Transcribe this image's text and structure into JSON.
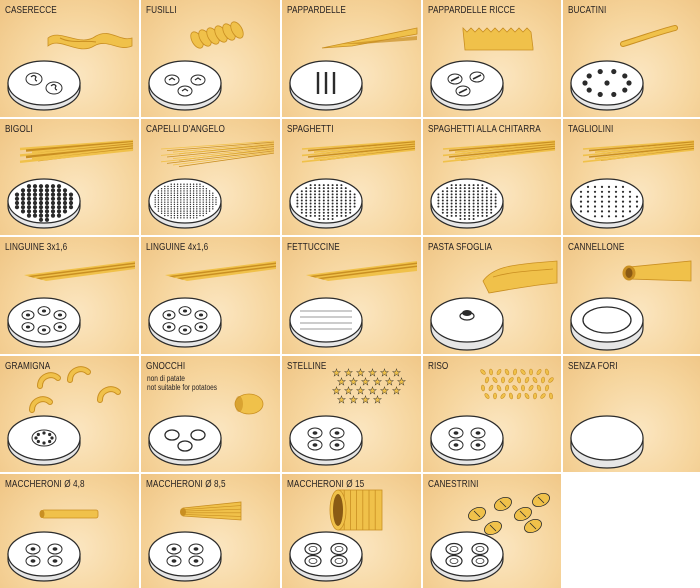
{
  "dies": [
    {
      "label": "CASERECCE",
      "pasta": "caserecce",
      "disc": "double-s-holes"
    },
    {
      "label": "FUSILLI",
      "pasta": "fusilli",
      "disc": "triple-spiral-holes"
    },
    {
      "label": "PAPPARDELLE",
      "pasta": "ribbon-wide",
      "disc": "vertical-slots"
    },
    {
      "label": "PAPPARDELLE RICCE",
      "pasta": "ribbon-ruffled",
      "disc": "angled-slots"
    },
    {
      "label": "BUCATINI",
      "pasta": "tube-thin",
      "disc": "ring-of-holes"
    },
    {
      "label": "BIGOLI",
      "pasta": "strands-thick",
      "disc": "large-dots"
    },
    {
      "label": "CAPELLI D'ANGELO",
      "pasta": "strands-fine",
      "disc": "fine-dots"
    },
    {
      "label": "SPAGHETTI",
      "pasta": "strands",
      "disc": "small-dots"
    },
    {
      "label": "SPAGHETTI ALLA CHITARRA",
      "pasta": "strands",
      "disc": "small-dots"
    },
    {
      "label": "TAGLIOLINI",
      "pasta": "strands-flat",
      "disc": "sparse-dots"
    },
    {
      "label": "LINGUINE 3x1,6",
      "pasta": "ribbon-narrow",
      "disc": "six-round-inserts"
    },
    {
      "label": "LINGUINE 4x1,6",
      "pasta": "ribbon-narrow",
      "disc": "six-round-inserts"
    },
    {
      "label": "FETTUCCINE",
      "pasta": "ribbon-medium",
      "disc": "horizontal-slots"
    },
    {
      "label": "PASTA SFOGLIA",
      "pasta": "sheet",
      "disc": "center-knob"
    },
    {
      "label": "CANNELLONE",
      "pasta": "cannellone",
      "disc": "large-ring"
    },
    {
      "label": "GRAMIGNA",
      "pasta": "gramigna",
      "disc": "ring-insert"
    },
    {
      "label": "GNOCCHI",
      "note_lines": [
        "non di patate",
        "not suitable for potatoes"
      ],
      "pasta": "gnocchi",
      "disc": "three-big-holes"
    },
    {
      "label": "STELLINE",
      "pasta": "stars",
      "disc": "four-inserts"
    },
    {
      "label": "RISO",
      "pasta": "rice",
      "disc": "four-inserts"
    },
    {
      "label": "SENZA FORI",
      "pasta": "none",
      "disc": "blank"
    },
    {
      "label": "MACCHERONI  Ø 4,8",
      "pasta": "tube-medium",
      "disc": "four-inserts"
    },
    {
      "label": "MACCHERONI  Ø 8,5",
      "pasta": "tube-ridged",
      "disc": "four-inserts"
    },
    {
      "label": "MACCHERONI  Ø 15",
      "pasta": "tube-large",
      "disc": "four-rings"
    },
    {
      "label": "CANESTRINI",
      "pasta": "canestrini",
      "disc": "four-rings"
    }
  ],
  "colors": {
    "pasta": "#f0c14a",
    "pasta_shadow": "#c98f22",
    "outline": "#2b2b2b",
    "disc": "#ffffff",
    "disc_shade": "#e6e6e6",
    "background": "#f6d59d"
  }
}
